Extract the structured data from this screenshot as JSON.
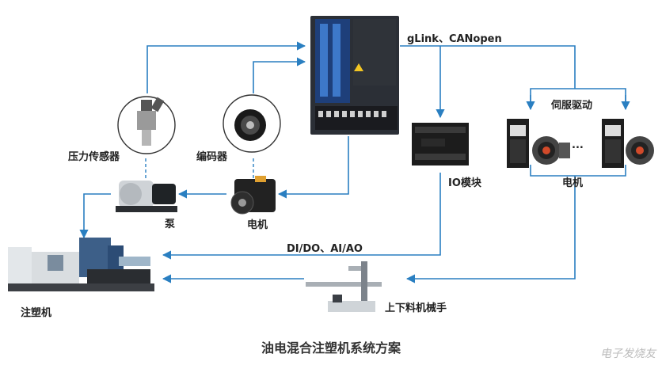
{
  "title": "油电混合注塑机系统方案",
  "labels": {
    "pressure_sensor": "压力传感器",
    "encoder": "编码器",
    "pump": "泵",
    "motor_left": "电机",
    "injection_machine": "注塑机",
    "io_module": "IO模块",
    "servo_drive": "伺服驱动",
    "motor_right": "电机",
    "bus": "gLink、CANopen",
    "dido": "DI/DO、AI/AO",
    "manipulator": "上下料机械手",
    "ellipsis": "..."
  },
  "watermark": "电子发烧友",
  "colors": {
    "line": "#2a7fc1",
    "dashed": "#2a7fc1",
    "controller": "#2b2f36",
    "io": "#1c1c1c",
    "machine": "#3d5f88"
  }
}
